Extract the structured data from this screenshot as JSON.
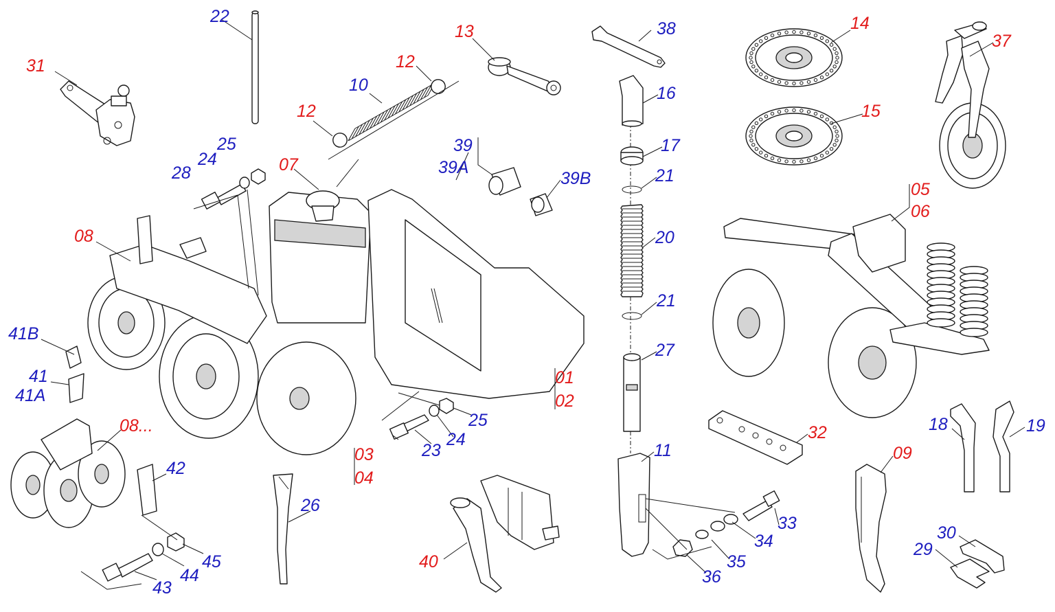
{
  "diagram": {
    "colors": {
      "red": "#e21b1b",
      "blue": "#1d1dbf",
      "line": "#1a1a1a"
    },
    "callouts": [
      {
        "id": "c-01",
        "text": "01",
        "color": "red"
      },
      {
        "id": "c-02",
        "text": "02",
        "color": "red"
      },
      {
        "id": "c-03",
        "text": "03",
        "color": "red"
      },
      {
        "id": "c-04",
        "text": "04",
        "color": "red"
      },
      {
        "id": "c-05",
        "text": "05",
        "color": "red"
      },
      {
        "id": "c-06",
        "text": "06",
        "color": "red"
      },
      {
        "id": "c-07",
        "text": "07",
        "color": "red"
      },
      {
        "id": "c-08",
        "text": "08",
        "color": "red"
      },
      {
        "id": "c-08b",
        "text": "08...",
        "color": "red"
      },
      {
        "id": "c-09",
        "text": "09",
        "color": "red"
      },
      {
        "id": "c-10",
        "text": "10",
        "color": "blue"
      },
      {
        "id": "c-11",
        "text": "11",
        "color": "blue"
      },
      {
        "id": "c-12a",
        "text": "12",
        "color": "red"
      },
      {
        "id": "c-12b",
        "text": "12",
        "color": "red"
      },
      {
        "id": "c-13",
        "text": "13",
        "color": "red"
      },
      {
        "id": "c-14",
        "text": "14",
        "color": "red"
      },
      {
        "id": "c-15",
        "text": "15",
        "color": "red"
      },
      {
        "id": "c-16",
        "text": "16",
        "color": "blue"
      },
      {
        "id": "c-17",
        "text": "17",
        "color": "blue"
      },
      {
        "id": "c-18",
        "text": "18",
        "color": "blue"
      },
      {
        "id": "c-19",
        "text": "19",
        "color": "blue"
      },
      {
        "id": "c-20",
        "text": "20",
        "color": "blue"
      },
      {
        "id": "c-21a",
        "text": "21",
        "color": "blue"
      },
      {
        "id": "c-21b",
        "text": "21",
        "color": "blue"
      },
      {
        "id": "c-22",
        "text": "22",
        "color": "blue"
      },
      {
        "id": "c-23",
        "text": "23",
        "color": "blue"
      },
      {
        "id": "c-24a",
        "text": "24",
        "color": "blue"
      },
      {
        "id": "c-24b",
        "text": "24",
        "color": "blue"
      },
      {
        "id": "c-25a",
        "text": "25",
        "color": "blue"
      },
      {
        "id": "c-25b",
        "text": "25",
        "color": "blue"
      },
      {
        "id": "c-26",
        "text": "26",
        "color": "blue"
      },
      {
        "id": "c-27",
        "text": "27",
        "color": "blue"
      },
      {
        "id": "c-28",
        "text": "28",
        "color": "blue"
      },
      {
        "id": "c-29",
        "text": "29",
        "color": "blue"
      },
      {
        "id": "c-30",
        "text": "30",
        "color": "blue"
      },
      {
        "id": "c-31",
        "text": "31",
        "color": "red"
      },
      {
        "id": "c-32",
        "text": "32",
        "color": "red"
      },
      {
        "id": "c-33",
        "text": "33",
        "color": "blue"
      },
      {
        "id": "c-34",
        "text": "34",
        "color": "blue"
      },
      {
        "id": "c-35",
        "text": "35",
        "color": "blue"
      },
      {
        "id": "c-36",
        "text": "36",
        "color": "blue"
      },
      {
        "id": "c-37",
        "text": "37",
        "color": "red"
      },
      {
        "id": "c-38",
        "text": "38",
        "color": "blue"
      },
      {
        "id": "c-39",
        "text": "39",
        "color": "blue"
      },
      {
        "id": "c-39A",
        "text": "39A",
        "color": "blue"
      },
      {
        "id": "c-39B",
        "text": "39B",
        "color": "blue"
      },
      {
        "id": "c-40",
        "text": "40",
        "color": "red"
      },
      {
        "id": "c-41",
        "text": "41",
        "color": "blue"
      },
      {
        "id": "c-41A",
        "text": "41A",
        "color": "blue"
      },
      {
        "id": "c-41B",
        "text": "41B",
        "color": "blue"
      },
      {
        "id": "c-42",
        "text": "42",
        "color": "blue"
      },
      {
        "id": "c-43",
        "text": "43",
        "color": "blue"
      },
      {
        "id": "c-44",
        "text": "44",
        "color": "blue"
      },
      {
        "id": "c-45",
        "text": "45",
        "color": "blue"
      }
    ]
  }
}
